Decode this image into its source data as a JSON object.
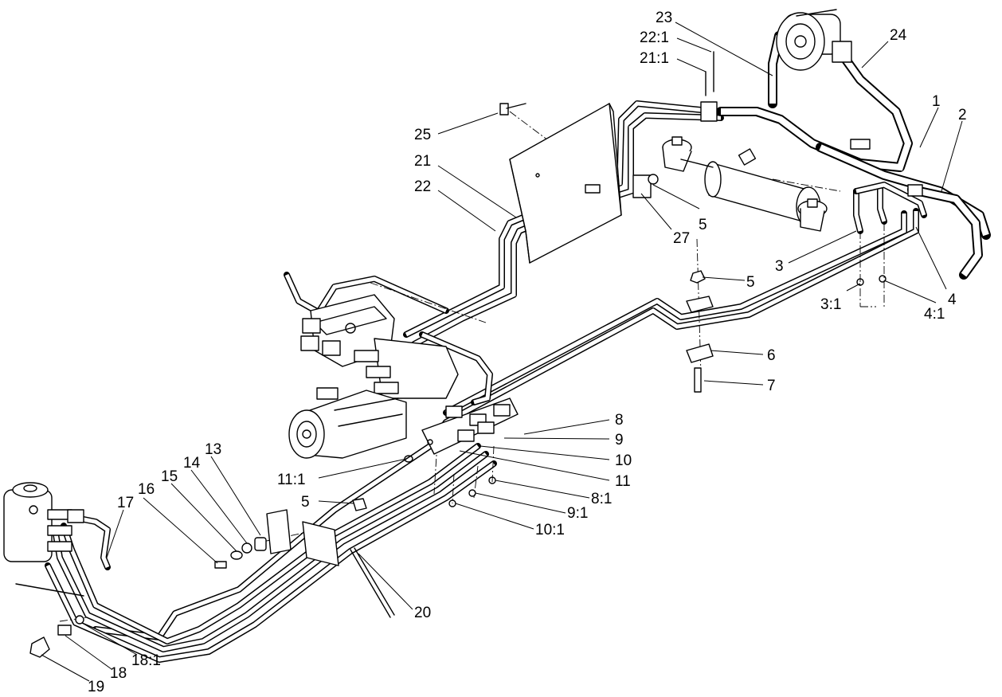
{
  "diagram": {
    "callouts": {
      "c23": "23",
      "c22_1": "22:1",
      "c21_1": "21:1",
      "c24": "24",
      "c1": "1",
      "c2": "2",
      "c25": "25",
      "c21": "21",
      "c22": "22",
      "c5a": "5",
      "c27": "27",
      "c3": "3",
      "c5b": "5",
      "c4": "4",
      "c3_1": "3:1",
      "c4_1": "4:1",
      "c6": "6",
      "c7": "7",
      "c8": "8",
      "c9": "9",
      "c10": "10",
      "c11": "11",
      "c11_1": "11:1",
      "c13": "13",
      "c14": "14",
      "c15": "15",
      "c16": "16",
      "c17": "17",
      "c5c": "5",
      "c8_1": "8:1",
      "c9_1": "9:1",
      "c10_1": "10:1",
      "c20": "20",
      "c18_1": "18:1",
      "c18": "18",
      "c19": "19"
    }
  }
}
